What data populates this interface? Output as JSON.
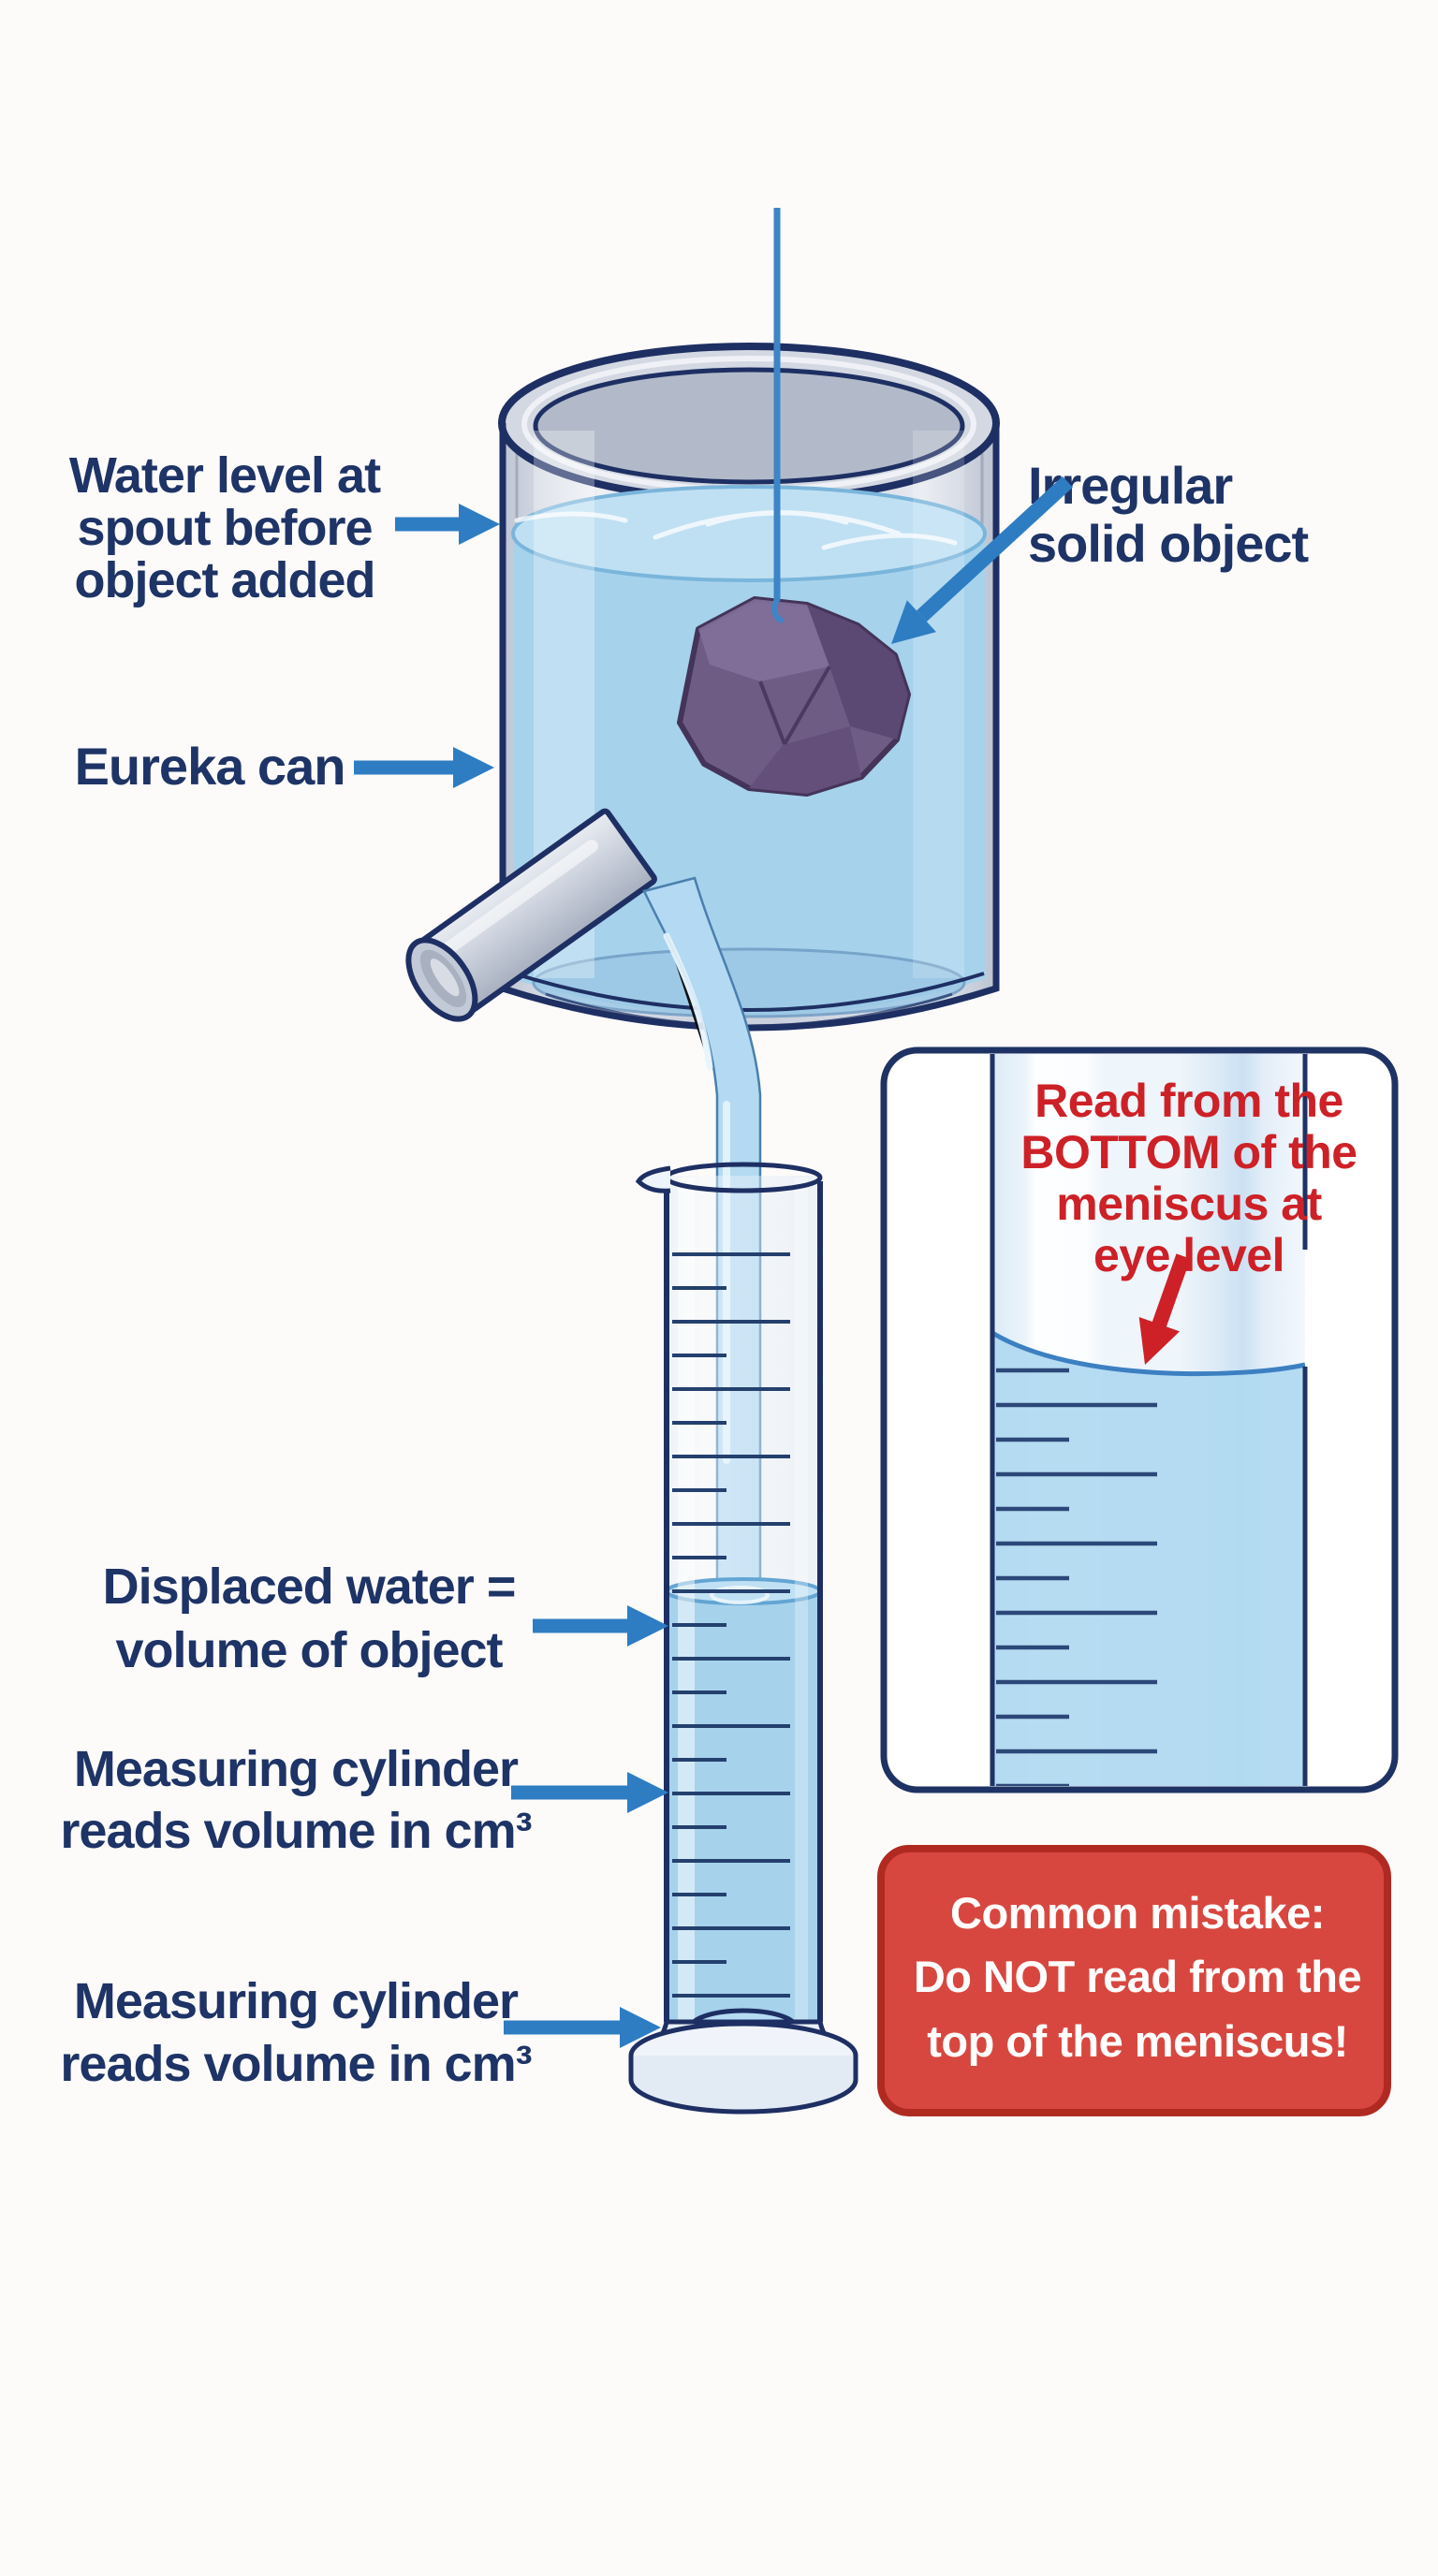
{
  "labels": {
    "water_level": [
      "Water level at",
      "spout before",
      "object added"
    ],
    "eureka_can": [
      "Eureka can"
    ],
    "irregular_object": [
      "Irregular",
      "solid object"
    ],
    "displaced_water": [
      "Displaced water =",
      "volume of object"
    ],
    "measuring_cylinder_1": [
      "Measuring cylinder",
      "reads volume in cm³"
    ],
    "measuring_cylinder_2": [
      "Measuring cylinder",
      "reads volume in cm³"
    ]
  },
  "inset": {
    "instruction": [
      "Read from the",
      "BOTTOM of the",
      "meniscus at",
      "eye level"
    ]
  },
  "warning": {
    "lines": [
      "Common mistake:",
      "Do NOT read from the",
      "top of the meniscus!"
    ]
  },
  "colors": {
    "label_navy": "#1e3366",
    "outline_navy": "#1e2f63",
    "arrow_blue": "#2e7dc3",
    "red_accent": "#cd2127",
    "warning_fill": "#d8473f",
    "warning_border": "#b02a22",
    "water_blue": "#a6d2ec",
    "rock_purple": "#6f5c85"
  }
}
